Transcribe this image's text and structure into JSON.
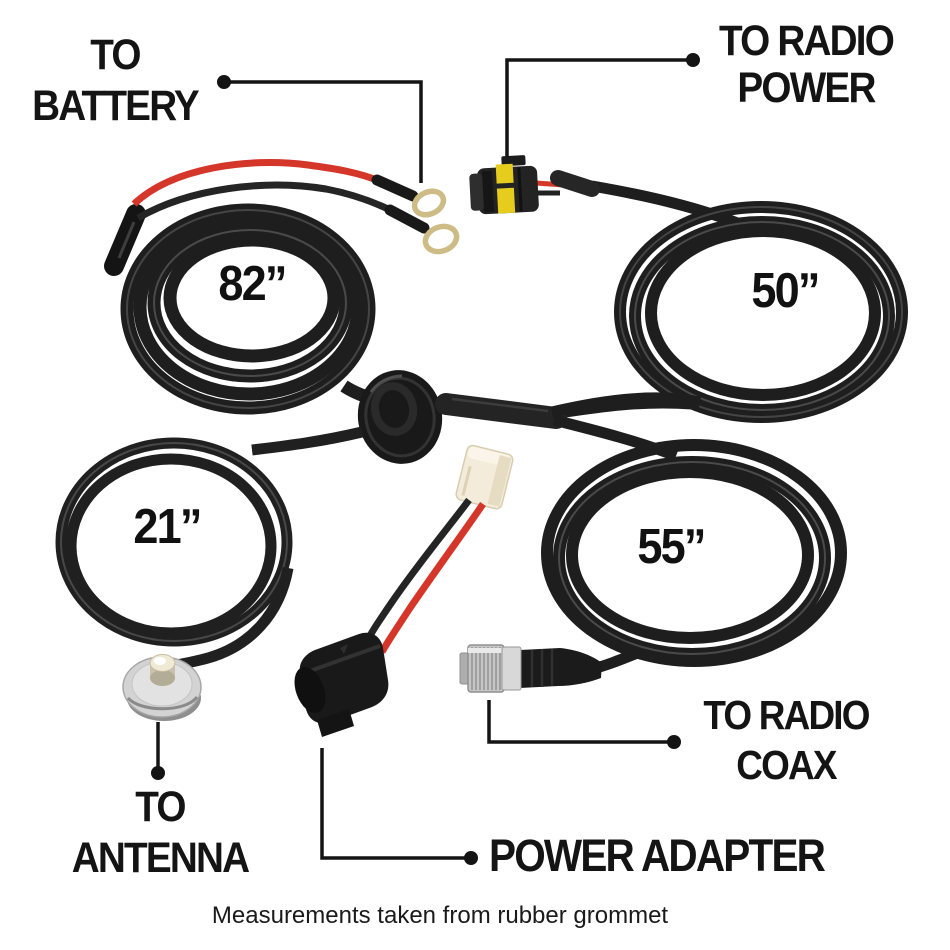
{
  "diagram": {
    "labels": {
      "battery": {
        "line1": "TO",
        "line2": "BATTERY"
      },
      "radio_power": {
        "line1": "TO RADIO",
        "line2": "POWER"
      },
      "antenna": {
        "line1": "TO",
        "line2": "ANTENNA"
      },
      "radio_coax": {
        "line1": "TO RADIO",
        "line2": "COAX"
      },
      "power_adapter": "POWER ADAPTER"
    },
    "lengths": {
      "battery_cable": "82”",
      "radio_power_cable": "50”",
      "antenna_cable": "21”",
      "coax_cable": "55”"
    },
    "footnote": "Measurements taken from rubber grommet",
    "colors": {
      "background": "#ffffff",
      "text": "#141414",
      "cable_black": "#1e1e1e",
      "wire_red": "#d5362a",
      "connector_seal_yellow": "#e6cd1d",
      "ring_terminal_brass": "#cdbc85",
      "molex_white": "#f3ecda",
      "coax_silver": "#c6c6c6"
    }
  }
}
